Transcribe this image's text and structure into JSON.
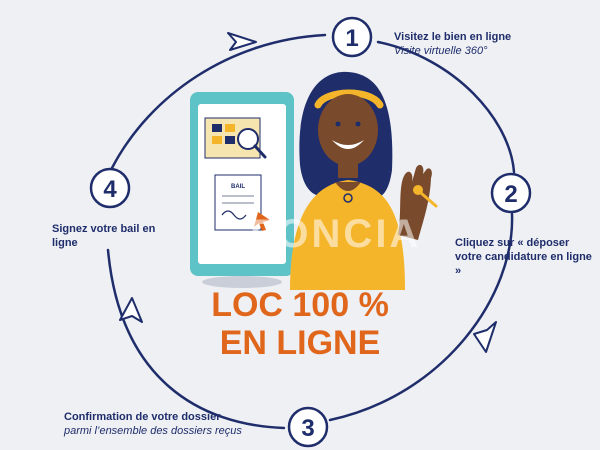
{
  "steps": [
    {
      "number": "1",
      "title": "Visitez le bien en ligne",
      "subtitle": "Visite virtuelle 360°"
    },
    {
      "number": "2",
      "title": "Cliquez sur « déposer votre candidature en ligne »",
      "subtitle": ""
    },
    {
      "number": "3",
      "title": "Confirmation de votre dossier",
      "subtitle": "parmi l’ensemble des dossiers reçus"
    },
    {
      "number": "4",
      "title": "Signez votre bail en ligne",
      "subtitle": ""
    }
  ],
  "headline": {
    "line1": "LOC 100 %",
    "line2": "EN LIGNE"
  },
  "watermark": "FONCIA",
  "phone_doc_label": "BAIL",
  "colors": {
    "navy": "#1f2d6b",
    "orange": "#e0661c",
    "yellow": "#f5b52a",
    "teal": "#5ec3c7",
    "skin": "#7a4a2c",
    "background": "#eef0f4"
  }
}
